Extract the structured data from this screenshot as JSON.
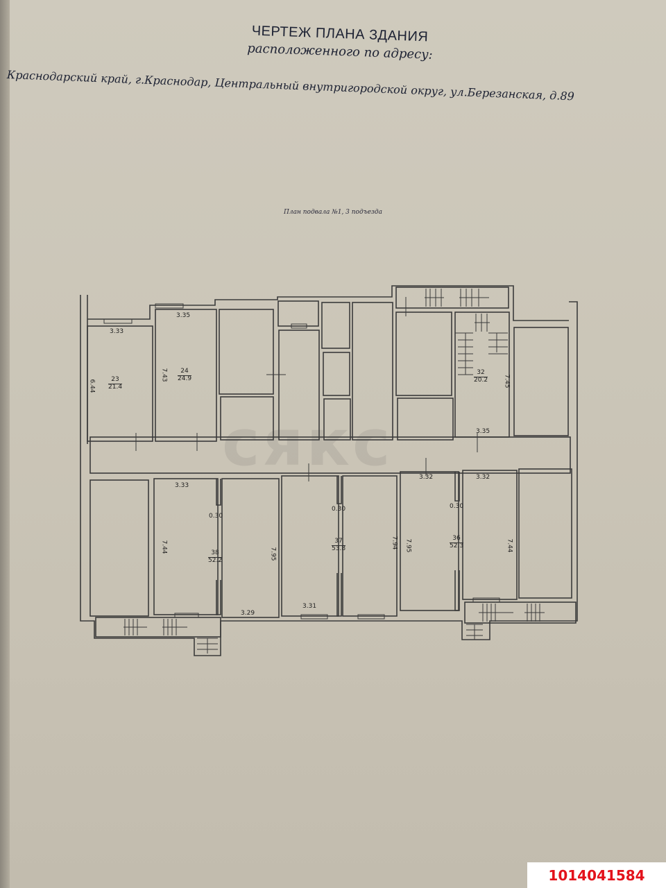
{
  "header": {
    "title": "ЧЕРТЕЖ ПЛАНА ЗДАНИЯ",
    "subtitle": "расположенного по адресу:",
    "address": "Краснодарский край, г.Краснодар, Центральный внутригородской округ, ул.Березанская, д.89"
  },
  "plan": {
    "caption": "План подвала №1, 3 подъезда",
    "rooms": [
      {
        "number": "23",
        "area": "21.4"
      },
      {
        "number": "24",
        "area": "24.9"
      },
      {
        "number": "32",
        "area": "20.2"
      },
      {
        "number": "38",
        "area": "52.2"
      },
      {
        "number": "37",
        "area": "53.8"
      },
      {
        "number": "36",
        "area": "52.3"
      }
    ],
    "dimensions": {
      "r23_width": "3.33",
      "r23_height": "6.44",
      "r24_width": "3.35",
      "r24_height": "7.43",
      "r32_width": "3.35",
      "r32_height": "7.45",
      "r38_top": "3.33",
      "r38_left": "7.44",
      "r38_right": "7.95",
      "r38_wall": "0.30",
      "r38_bottom": "3.29",
      "r37_wall": "0.30",
      "r37_right": "7.94",
      "r37_bottom": "3.31",
      "r36_left": "7.95",
      "r36_top_left": "3.32",
      "r36_top_right": "3.32",
      "r36_wall": "0.30",
      "r36_right": "7.44"
    }
  },
  "watermark": "сякс",
  "listing_id": "1014041584"
}
